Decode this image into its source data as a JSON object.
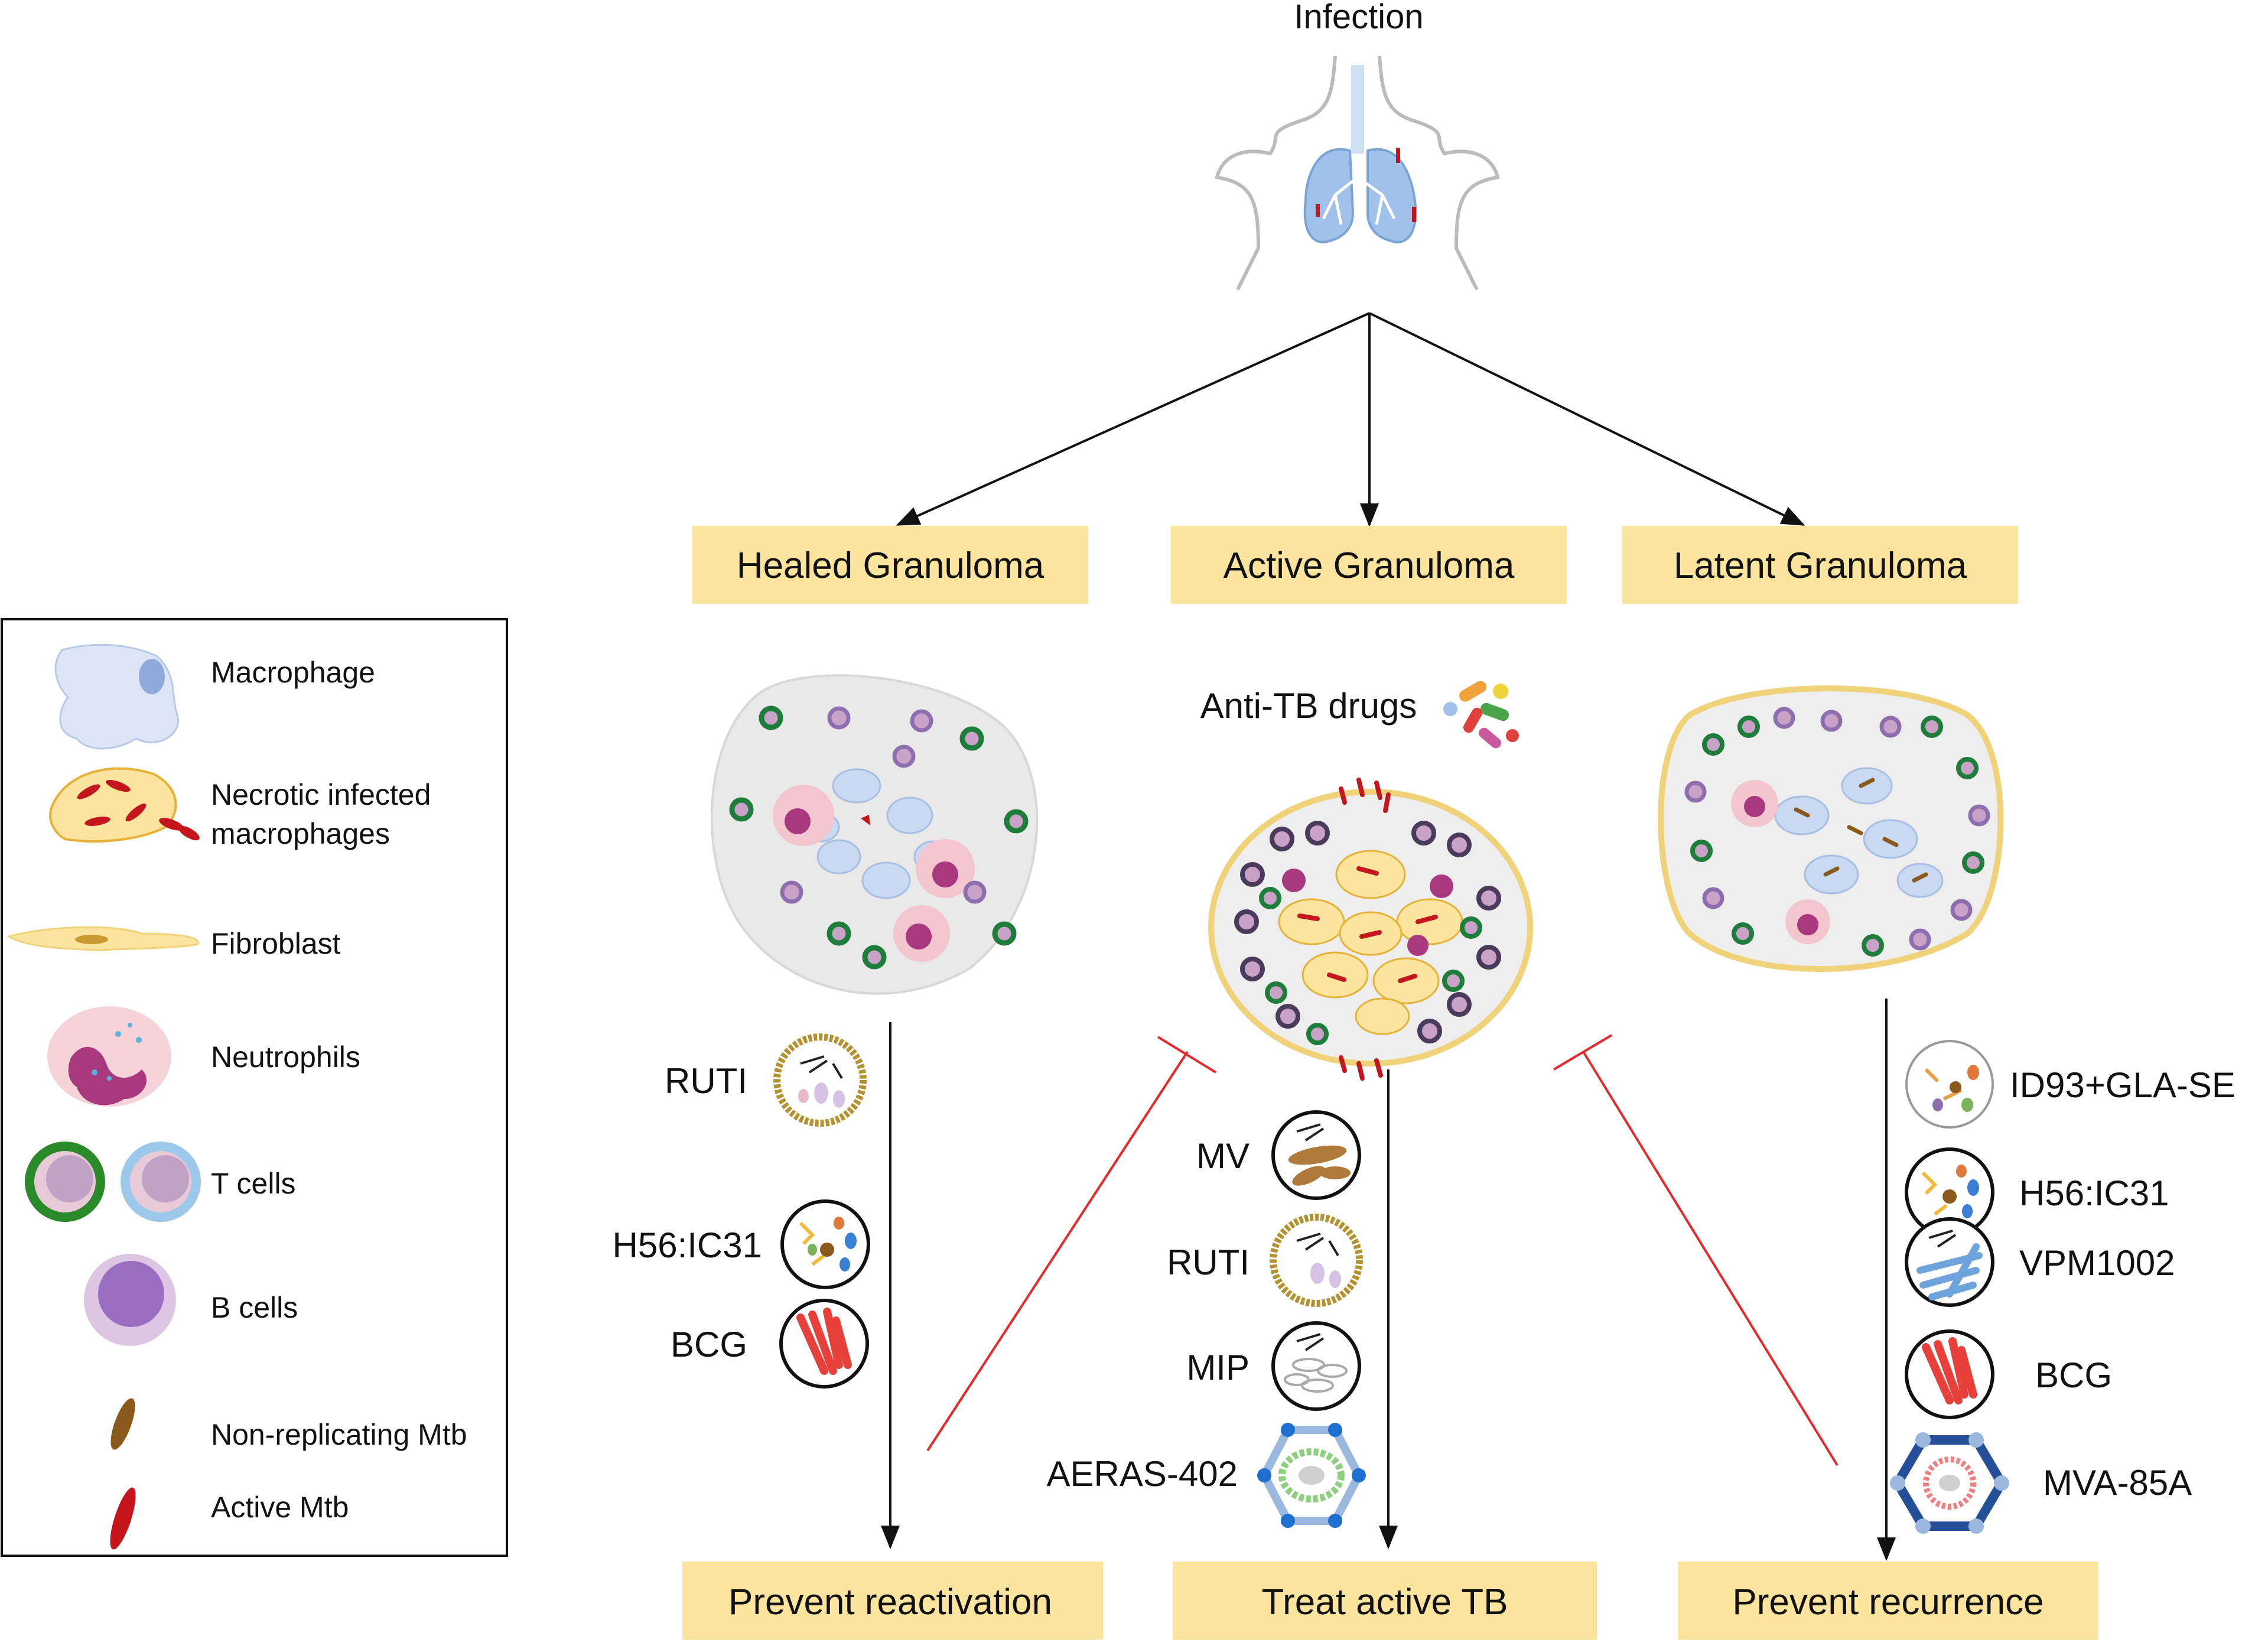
{
  "top": {
    "label": "Infection"
  },
  "stages": {
    "healed": "Healed Granuloma",
    "active": "Active Granuloma",
    "latent": "Latent Granuloma"
  },
  "drugs_label": "Anti-TB drugs",
  "outcomes": {
    "reactivation": "Prevent reactivation",
    "treat": "Treat active TB",
    "recurrence": "Prevent recurrence"
  },
  "vaccines": {
    "left": [
      "RUTI",
      "H56:IC31",
      "BCG"
    ],
    "center": [
      "MV",
      "RUTI",
      "MIP",
      "AERAS-402"
    ],
    "right": [
      "ID93+GLA-SE",
      "H56:IC31",
      "VPM1002",
      "BCG",
      "MVA-85A"
    ]
  },
  "legend": {
    "macrophage": "Macrophage",
    "necrotic_1": "Necrotic infected",
    "necrotic_2": "macrophages",
    "fibroblast": "Fibroblast",
    "neutrophils": "Neutrophils",
    "tcells": "T cells",
    "bcells": "B cells",
    "nonrep": "Non-replicating  Mtb",
    "active": "Active Mtb"
  },
  "colors": {
    "box_fill": "#fbe49e",
    "inhibit": "#e8292c",
    "arrow": "#111111",
    "lung": "#9fc1ea",
    "mtb_active": "#c4161c",
    "mtb_nonrep": "#8a5a1c"
  }
}
